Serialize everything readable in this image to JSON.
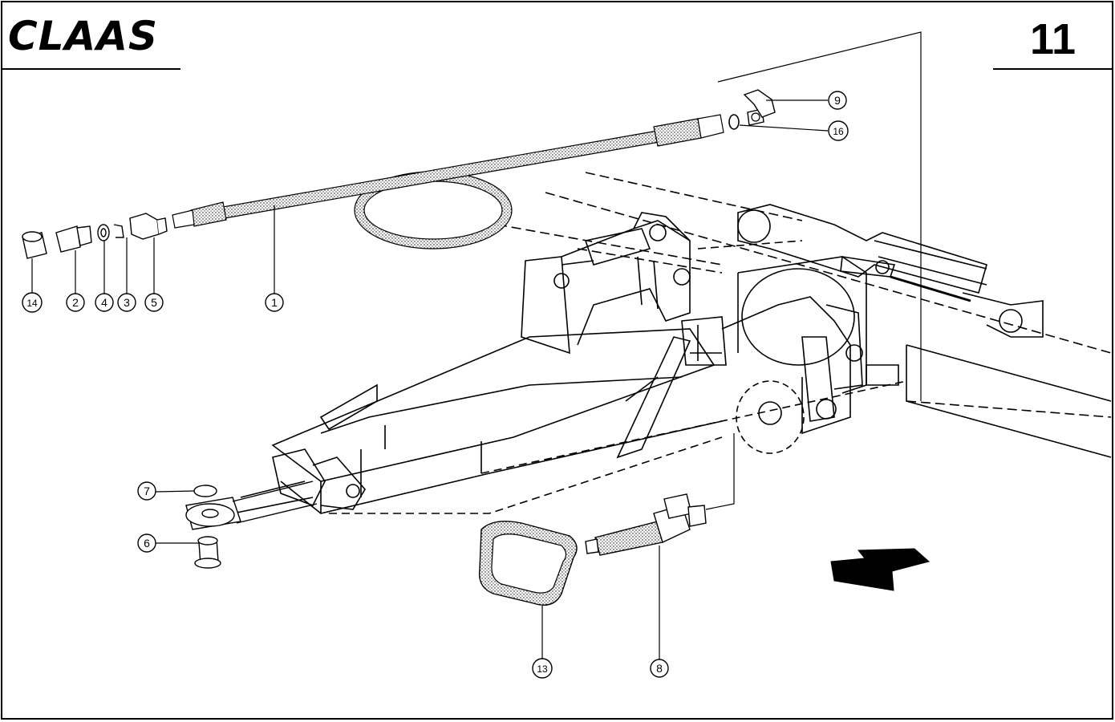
{
  "header": {
    "brand_logo_text": "CLAAS",
    "page_number": "11"
  },
  "callouts": [
    "1",
    "2",
    "3",
    "4",
    "5",
    "6",
    "7",
    "8",
    "9",
    "13",
    "14",
    "16"
  ],
  "colors": {
    "ink": "#000000",
    "paper": "#ffffff"
  },
  "icons": {
    "direction": "direction-arrow-icon"
  }
}
